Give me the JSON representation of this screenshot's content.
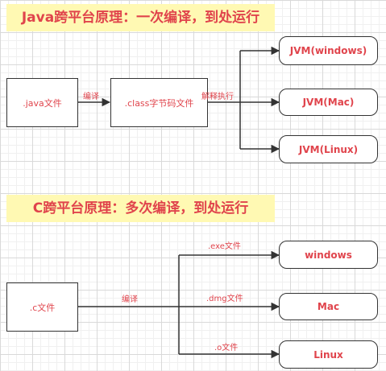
{
  "java_section": {
    "title": "Java跨平台原理：一次编译，到处运行",
    "source_node": ".java文件",
    "compile_label": "编译",
    "bytecode_node": ".class字节码文件",
    "interpret_label": "解释执行",
    "targets": [
      "JVM(windows)",
      "JVM(Mac)",
      "JVM(Linux)"
    ]
  },
  "c_section": {
    "title": "C跨平台原理：多次编译，到处运行",
    "source_node": ".c文件",
    "compile_label": "编译",
    "outputs": [
      {
        "file_label": ".exe文件",
        "target": "windows"
      },
      {
        "file_label": ".dmg文件",
        "target": "Mac"
      },
      {
        "file_label": ".o文件",
        "target": "Linux"
      }
    ]
  },
  "colors": {
    "accent_text": "#e0444c",
    "banner_background": "#fff9b3",
    "line": "#333333"
  }
}
